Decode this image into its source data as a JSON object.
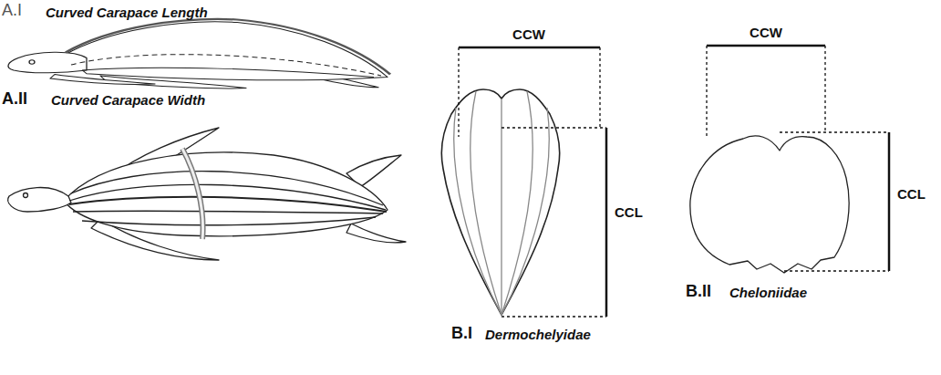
{
  "diagram": {
    "labels": [
      "A.I",
      "Curved Carapace Length",
      "CCW",
      "CCW",
      "CCL",
      "CCL",
      "A.II",
      "Curved Carapace Width",
      "B.I",
      "Dermochelyidae",
      "B.II",
      "Cheloniidae"
    ]
  }
}
